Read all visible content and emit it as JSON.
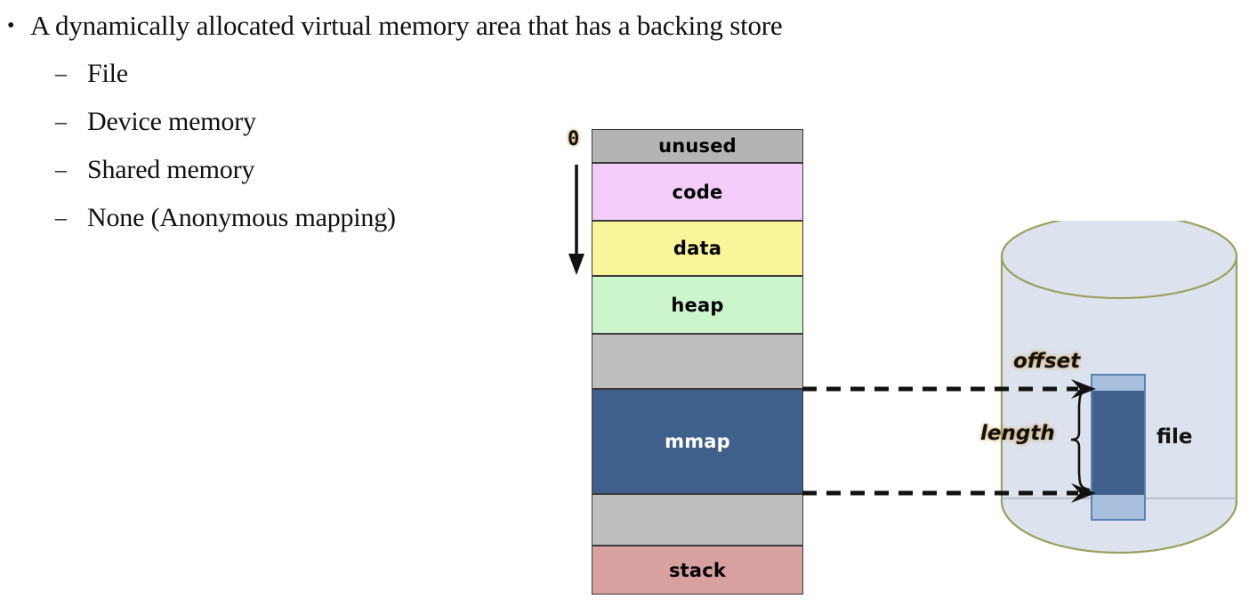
{
  "slide": {
    "bullet": {
      "marker": "•",
      "text": "A dynamically allocated virtual memory area that has a backing store"
    },
    "sub_bullets": [
      {
        "marker": "–",
        "text": "File"
      },
      {
        "marker": "–",
        "text": "Device memory"
      },
      {
        "marker": "–",
        "text": "Shared memory"
      },
      {
        "marker": "–",
        "text": "None (Anonymous mapping)"
      }
    ]
  },
  "diagram": {
    "address_zero_label": "0",
    "memory_blocks": [
      {
        "label": "unused",
        "color": "#b4b4b4",
        "text_color": "#000000"
      },
      {
        "label": "code",
        "color": "#f4cdfa",
        "text_color": "#000000"
      },
      {
        "label": "data",
        "color": "#f9f69a",
        "text_color": "#000000"
      },
      {
        "label": "heap",
        "color": "#ccf5cc",
        "text_color": "#000000"
      },
      {
        "label": "",
        "color": "#bebebe",
        "text_color": "#000000"
      },
      {
        "label": "mmap",
        "color": "#40608c",
        "text_color": "#ffffff"
      },
      {
        "label": "",
        "color": "#bebebe",
        "text_color": "#000000"
      },
      {
        "label": "stack",
        "color": "#d9a0a0",
        "text_color": "#000000"
      }
    ],
    "file_label": "file",
    "offset_label": "offset",
    "length_label": "length",
    "colors": {
      "mmap_blue": "#40608c",
      "cylinder_fill": "#dde3ee",
      "cylinder_stroke": "#97a05c",
      "mapped_region_dark": "#40608c",
      "mapped_region_light": "#a8c0de",
      "annotation_glow": "#d6a050"
    }
  }
}
